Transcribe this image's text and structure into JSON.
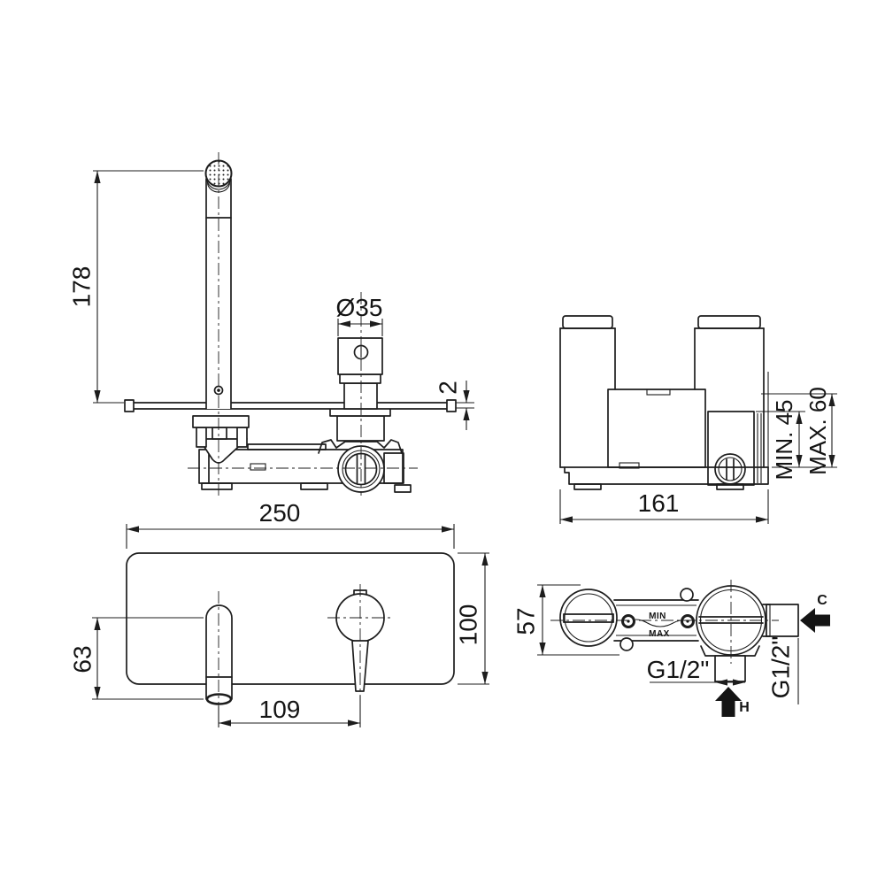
{
  "title": "wall-mounted basin mixer technical drawing",
  "colors": {
    "background": "#ffffff",
    "line": "#1d1d1d"
  },
  "plan_view": {
    "spout_projection": "178",
    "handle_diameter": "Ø35",
    "plate_thickness": "2"
  },
  "side_view": {
    "body_width": "161",
    "min_recess": "MIN. 45",
    "max_recess": "MAX. 60"
  },
  "front_view": {
    "plate_width": "250",
    "plate_height": "100",
    "spout_drop": "63",
    "spout_to_handle": "109"
  },
  "body_view": {
    "body_depth": "57",
    "hot_thread": "G1/2\"",
    "cold_thread": "G1/2\"",
    "min_label": "MIN",
    "max_label": "MAX",
    "hot_label": "H",
    "cold_label": "C"
  }
}
